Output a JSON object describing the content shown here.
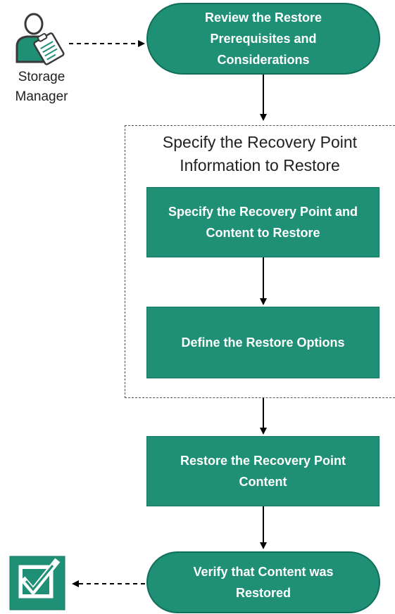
{
  "actor": {
    "icon": "storage-manager-icon",
    "label": "Storage Manager"
  },
  "steps": {
    "review": "Review the Restore Prerequisites and Considerations",
    "specify_recovery_point": "Specify the Recovery Point and Content to Restore",
    "define_options": "Define the Restore Options",
    "restore_content": "Restore the Recovery Point Content",
    "verify": "Verify that Content was Restored"
  },
  "group": {
    "title": "Specify the Recovery Point Information to Restore"
  },
  "end": {
    "icon": "checkmark-icon"
  },
  "colors": {
    "node_fill": "#1f8f76",
    "node_text": "#ffffff",
    "connector": "#000000"
  }
}
